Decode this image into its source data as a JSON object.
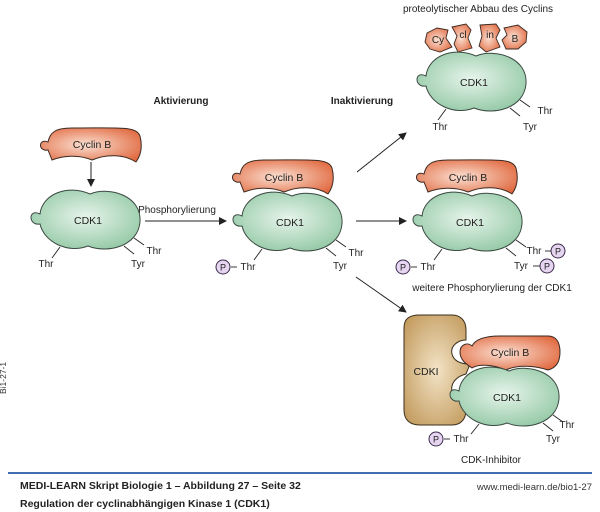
{
  "headers": {
    "activation": "Aktivierung",
    "inactivation": "Inaktivierung"
  },
  "labels": {
    "phosphorylation": "Phosphorylierung",
    "proteolysis": "proteolytischer Abbau des Cyclins",
    "further_phosphorylation": "weitere Phosphorylierung der CDK1",
    "cdk_inhibitor": "CDK-Inhibitor"
  },
  "molecules": {
    "cyclin": "Cyclin B",
    "cdk": "CDK1",
    "cdki": "CDKI",
    "cyclin_fragments": [
      "Cy",
      "cl",
      "in",
      "B"
    ],
    "phosphate": "P"
  },
  "residues": {
    "thr": "Thr",
    "tyr": "Tyr"
  },
  "colors": {
    "cyclin": "#e8825a",
    "cdk": "#a8d5b8",
    "cdki": "#c9a36a",
    "phosphate": "#e6d5f0",
    "footer_rule": "#3f6fb0"
  },
  "footer": {
    "line1": "MEDI-LEARN Skript Biologie 1 – Abbildung 27 – Seite 32",
    "line2": "Regulation der cyclinabhängigen Kinase 1 (CDK1)",
    "url": "www.medi-learn.de/bio1-27",
    "side_code": "Bi1-27-1"
  }
}
